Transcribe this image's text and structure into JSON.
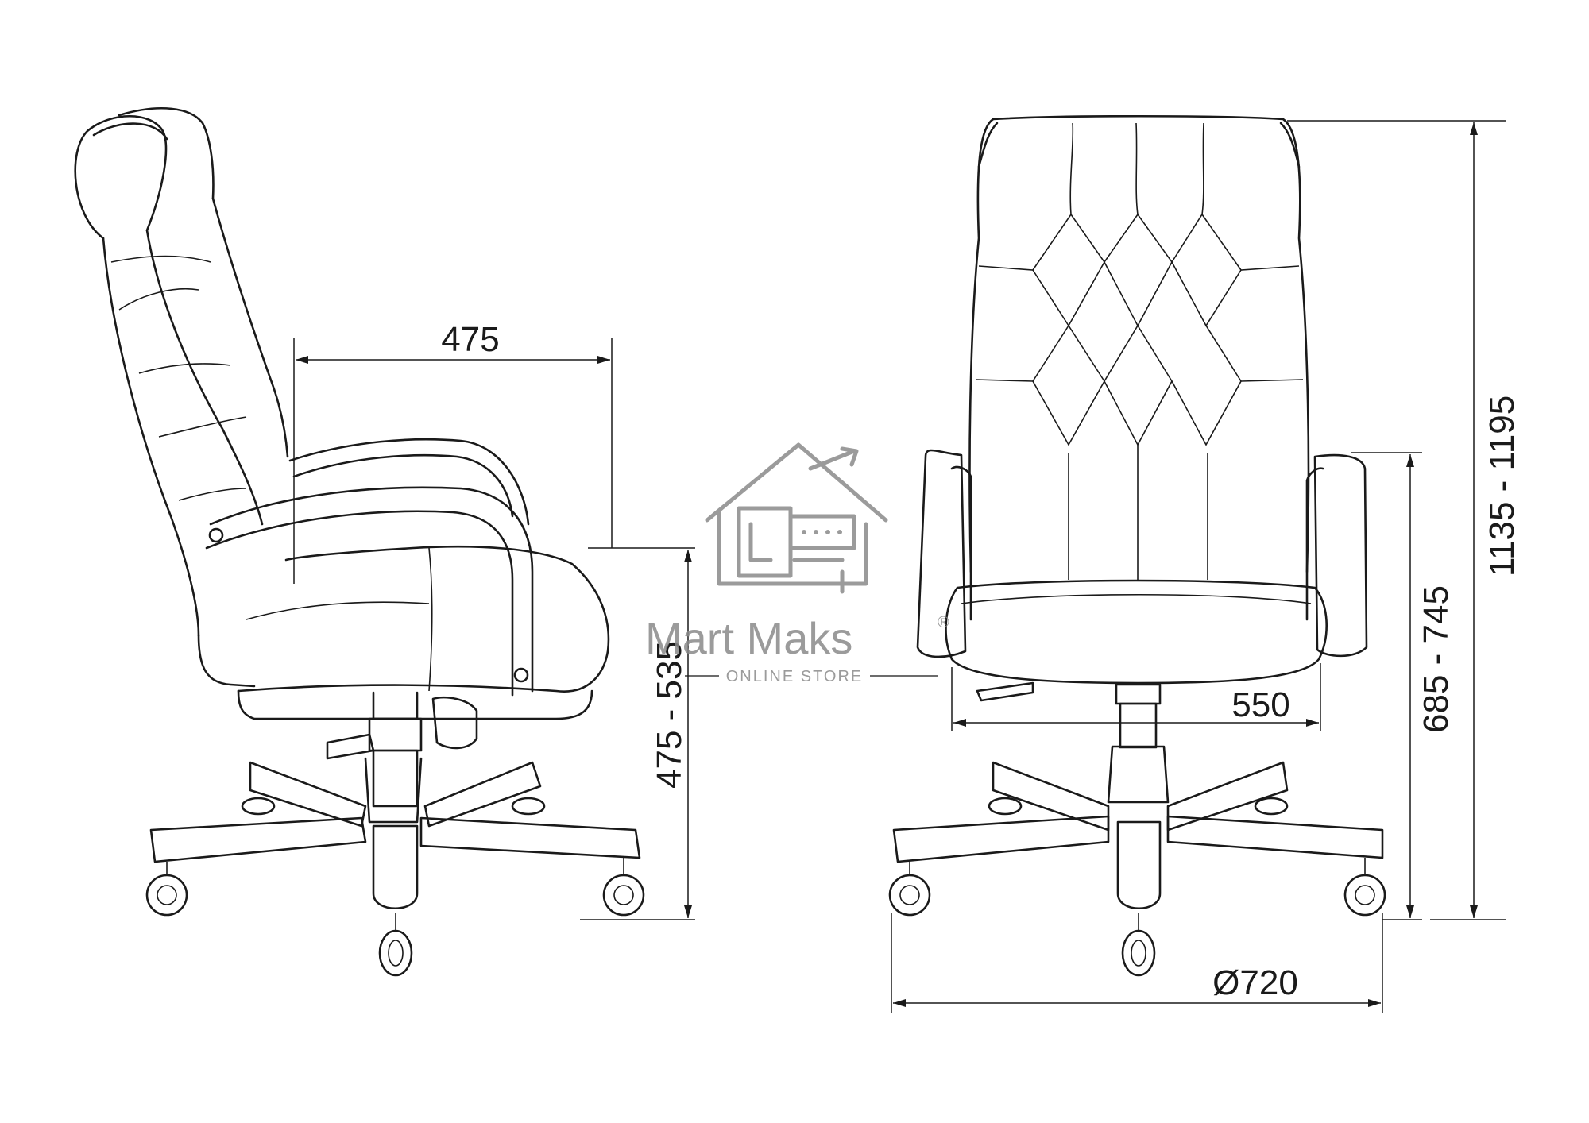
{
  "dimensions": {
    "seat_depth": "475",
    "seat_height": "475 - 535",
    "seat_width": "550",
    "armrest_height": "685 - 745",
    "total_height": "1135 - 1195",
    "base_diameter": "Ø720"
  },
  "watermark": {
    "brand": "Mart Maks",
    "subtitle": "ONLINE STORE",
    "registered": "®"
  },
  "colors": {
    "drawing": "#1a1a1a",
    "watermark": "#8a8a8a",
    "background": "#ffffff"
  }
}
